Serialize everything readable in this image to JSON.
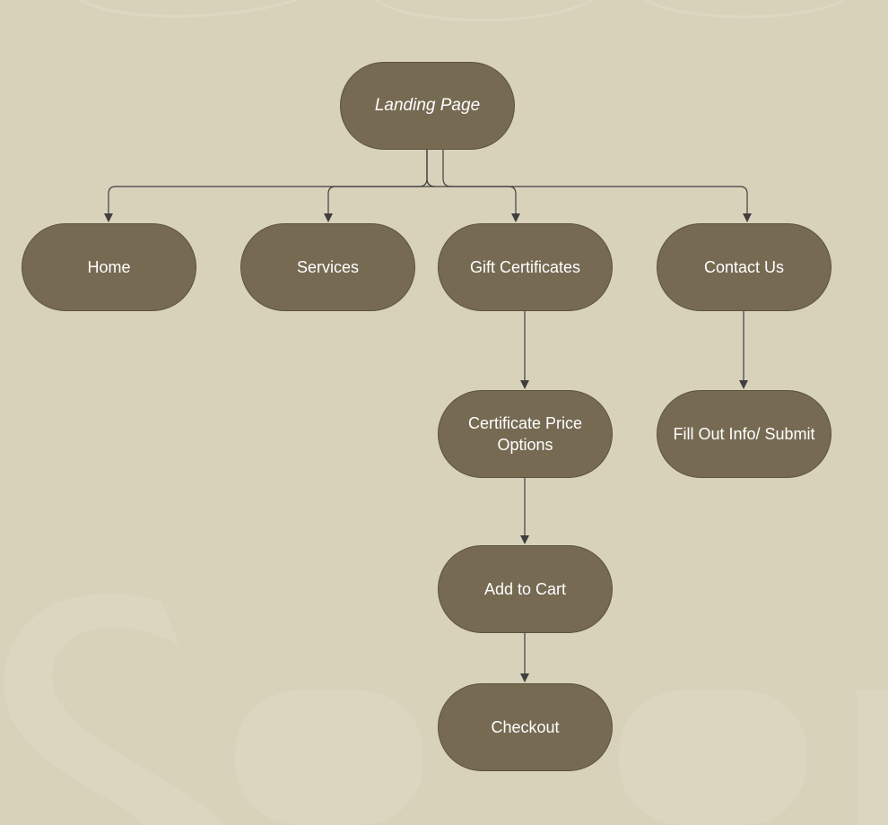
{
  "diagram": {
    "nodes": {
      "landing": "Landing Page",
      "home": "Home",
      "services": "Services",
      "gift": "Gift Certificates",
      "contact": "Contact Us",
      "cert_price": "Certificate Price Options",
      "fill_out": "Fill Out Info/ Submit",
      "add_to_cart": "Add to Cart",
      "checkout": "Checkout"
    },
    "edges": [
      {
        "from": "landing",
        "to": "home"
      },
      {
        "from": "landing",
        "to": "services"
      },
      {
        "from": "landing",
        "to": "gift"
      },
      {
        "from": "landing",
        "to": "contact"
      },
      {
        "from": "gift",
        "to": "cert_price"
      },
      {
        "from": "cert_price",
        "to": "add_to_cart"
      },
      {
        "from": "add_to_cart",
        "to": "checkout"
      },
      {
        "from": "contact",
        "to": "fill_out"
      }
    ]
  },
  "colors": {
    "background": "#d8d2bb",
    "node_fill": "#766a53",
    "node_text": "#ffffff",
    "connector": "#3f3f3f"
  }
}
